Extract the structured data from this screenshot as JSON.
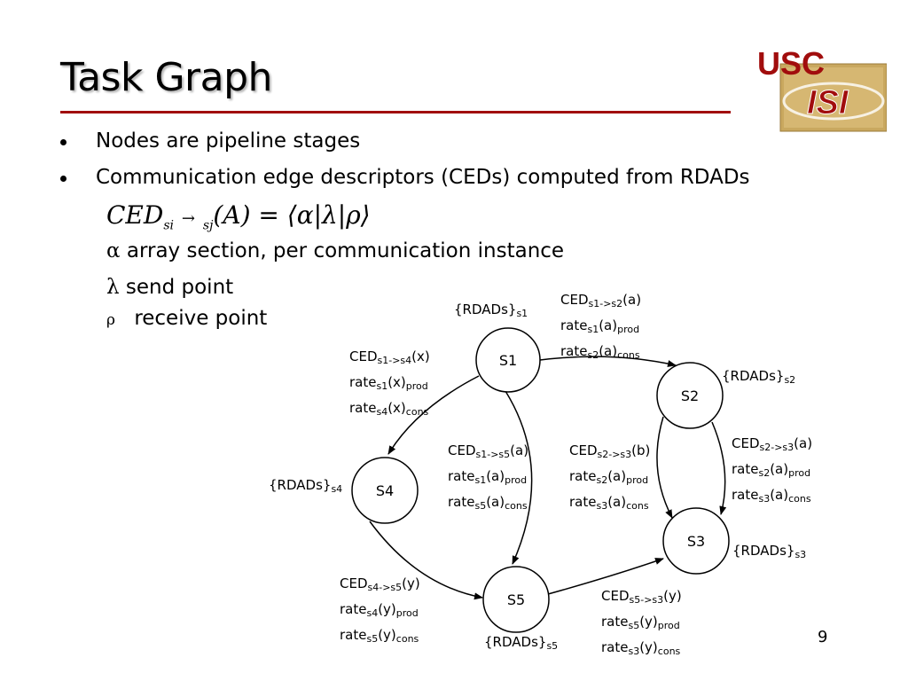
{
  "slide": {
    "title": "Task Graph",
    "page_number": "9",
    "logo": {
      "text_top": "USC",
      "text_bottom": "ISI",
      "accent": "#a10d0d"
    }
  },
  "bullets": [
    "Nodes are pipeline stages",
    "Communication edge descriptors (CEDs) computed from RDADs"
  ],
  "formula": {
    "lhs": "CED",
    "sub_from": "si",
    "arrow": "→",
    "sub_to": "sj",
    "arg": "(A) =",
    "rhs": "⟨α|λ|ρ⟩"
  },
  "symbols": [
    {
      "sym": "α",
      "desc": "array section, per communication instance"
    },
    {
      "sym": "λ",
      "desc": "send point"
    },
    {
      "sym": "ρ",
      "desc": "receive point"
    }
  ],
  "graph": {
    "nodes": [
      "S1",
      "S2",
      "S3",
      "S4",
      "S5"
    ],
    "rdads": {
      "prefix": "{RDADs}",
      "s1": "s1",
      "s2": "s2",
      "s3": "s3",
      "s4": "s4",
      "s5": "s5"
    },
    "edges": {
      "s1_s2": {
        "ced_sub": "s1->s2",
        "ced_arg": "(a)",
        "rate1_sub": "s1",
        "rate1_arg": "(a)",
        "rate1_kind": "prod",
        "rate2_sub": "s2",
        "rate2_arg": "(a)",
        "rate2_kind": "cons"
      },
      "s1_s4": {
        "ced_sub": "s1->s4",
        "ced_arg": "(x)",
        "rate1_sub": "s1",
        "rate1_arg": "(x)",
        "rate1_kind": "prod",
        "rate2_sub": "s4",
        "rate2_arg": "(x)",
        "rate2_kind": "cons"
      },
      "s1_s5": {
        "ced_sub": "s1->s5",
        "ced_arg": "(a)",
        "rate1_sub": "s1",
        "rate1_arg": "(a)",
        "rate1_kind": "prod",
        "rate2_sub": "s5",
        "rate2_arg": "(a)",
        "rate2_kind": "cons"
      },
      "s2_s3_b": {
        "ced_sub": "s2->s3",
        "ced_arg": "(b)",
        "rate1_sub": "s2",
        "rate1_arg": "(a)",
        "rate1_kind": "prod",
        "rate2_sub": "s3",
        "rate2_arg": "(a)",
        "rate2_kind": "cons"
      },
      "s2_s3_a": {
        "ced_sub": "s2->s3",
        "ced_arg": "(a)",
        "rate1_sub": "s2",
        "rate1_arg": "(a)",
        "rate1_kind": "prod",
        "rate2_sub": "s3",
        "rate2_arg": "(a)",
        "rate2_kind": "cons"
      },
      "s4_s5": {
        "ced_sub": "s4->s5",
        "ced_arg": "(y)",
        "rate1_sub": "s4",
        "rate1_arg": "(y)",
        "rate1_kind": "prod",
        "rate2_sub": "s5",
        "rate2_arg": "(y)",
        "rate2_kind": "cons"
      },
      "s5_s3": {
        "ced_sub": "s5->s3",
        "ced_arg": "(y)",
        "rate1_sub": "s5",
        "rate1_arg": "(y)",
        "rate1_kind": "prod",
        "rate2_sub": "s3",
        "rate2_arg": "(y)",
        "rate2_kind": "cons"
      }
    },
    "label_words": {
      "ced": "CED",
      "rate": "rate"
    }
  }
}
